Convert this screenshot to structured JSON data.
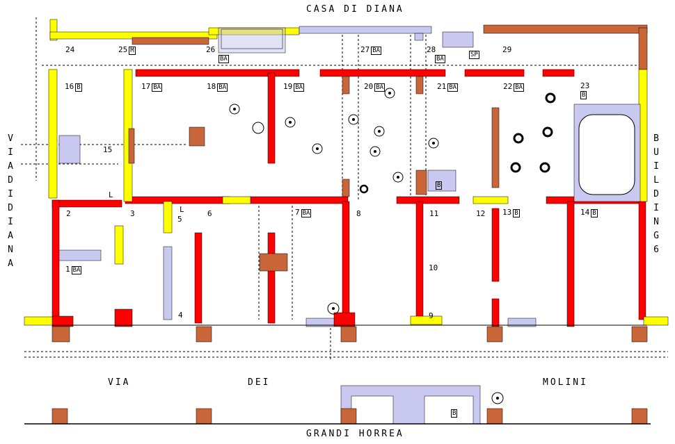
{
  "map": {
    "top_label": "CASA DI DIANA",
    "bottom_label": "GRANDI HORREA",
    "street_left": "VIA DI DIANA",
    "street_right": "BUILDING 6",
    "street_bottom": [
      "VIA",
      "DEI",
      "MOLINI"
    ]
  },
  "colors": {
    "red": "#ff0000",
    "yellow": "#ffff00",
    "brown": "#c8663a",
    "lavender": "#c8c8f0",
    "outline": "#000000"
  },
  "rooms": [
    {
      "num": "1",
      "tag": "BA"
    },
    {
      "num": "2",
      "tag": ""
    },
    {
      "num": "3",
      "tag": ""
    },
    {
      "num": "4",
      "tag": ""
    },
    {
      "num": "5",
      "tag": ""
    },
    {
      "num": "6",
      "tag": ""
    },
    {
      "num": "7",
      "tag": "BA"
    },
    {
      "num": "8",
      "tag": ""
    },
    {
      "num": "9",
      "tag": ""
    },
    {
      "num": "10",
      "tag": ""
    },
    {
      "num": "11",
      "tag": ""
    },
    {
      "num": "12",
      "tag": ""
    },
    {
      "num": "13",
      "tag": "B"
    },
    {
      "num": "14",
      "tag": "B"
    },
    {
      "num": "15",
      "tag": ""
    },
    {
      "num": "16",
      "tag": "B"
    },
    {
      "num": "17",
      "tag": "BA"
    },
    {
      "num": "18",
      "tag": "BA"
    },
    {
      "num": "19",
      "tag": "BA"
    },
    {
      "num": "20",
      "tag": "BA"
    },
    {
      "num": "21",
      "tag": "BA"
    },
    {
      "num": "22",
      "tag": "BA"
    },
    {
      "num": "23",
      "tag": "B"
    },
    {
      "num": "24",
      "tag": ""
    },
    {
      "num": "25",
      "tag": "M"
    },
    {
      "num": "26",
      "tag": "BA"
    },
    {
      "num": "27",
      "tag": "BA"
    },
    {
      "num": "28",
      "tag": "BA"
    },
    {
      "num": "29",
      "tag": ""
    }
  ],
  "extra_tags": {
    "sp": "SP",
    "l1": "L",
    "l2": "L",
    "b_room": "B",
    "b_bottom": "B"
  }
}
